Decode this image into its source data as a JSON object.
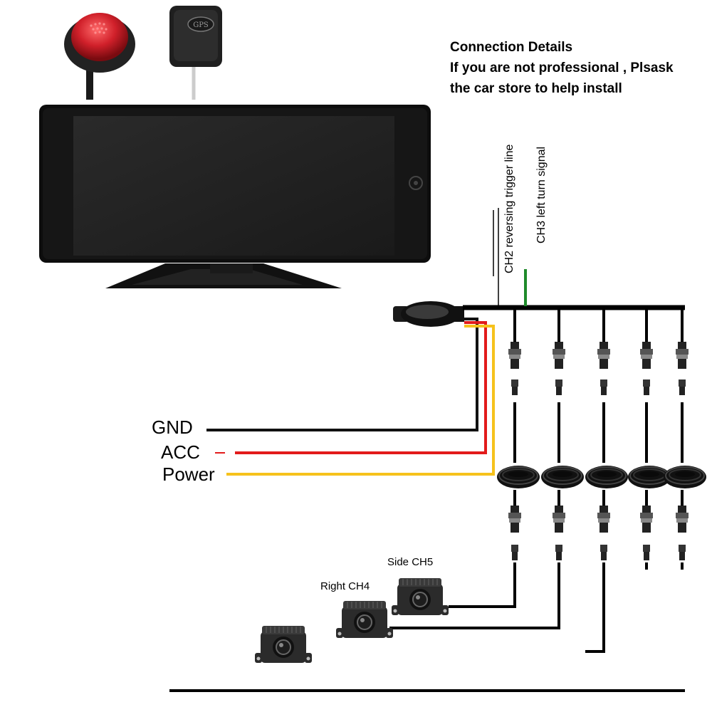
{
  "heading": {
    "line1": "Connection Details",
    "line2": "If you are not professional , Plsask",
    "line3": "the car store to help install"
  },
  "signal_labels": {
    "ch2": "CH2 reversing trigger line",
    "ch3": "CH3 left turn signal"
  },
  "wire_labels": {
    "gnd": "GND",
    "acc": "ACC",
    "power": "Power"
  },
  "camera_labels": {
    "side": "Side CH5",
    "right": "Right CH4"
  },
  "icons": {
    "gps": "GPS",
    "sos_button": "sos-button-icon",
    "gps_antenna": "gps-antenna-icon",
    "monitor": "monitor-icon",
    "camera": "camera-icon"
  },
  "colors": {
    "gnd_wire": "#111111",
    "acc_wire": "#e21b1b",
    "power_wire": "#f6c21c",
    "ch3_wire": "#1f8a2b",
    "button_red": "#d0202a"
  }
}
